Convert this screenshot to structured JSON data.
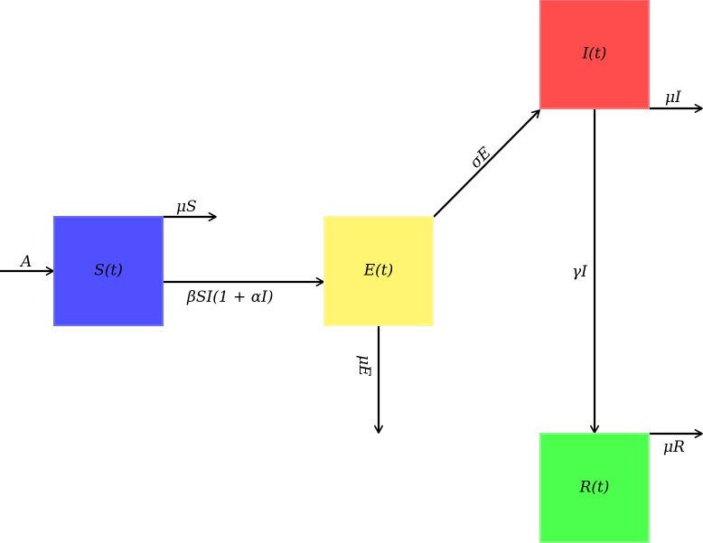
{
  "nodes": {
    "S": {
      "label": "S(t)",
      "color": "#5050ff"
    },
    "E": {
      "label": "E(t)",
      "color": "#fff570"
    },
    "I": {
      "label": "I(t)",
      "color": "#ff4d4d"
    },
    "R": {
      "label": "R(t)",
      "color": "#4dff4d"
    }
  },
  "edges": {
    "inflow_S": "A",
    "death_S": "μS",
    "infection_S_E": "βSI(1 + αI)",
    "progression_E_I": "σE",
    "death_E": "μE",
    "death_I": "μI",
    "recovery_I_R": "γI",
    "death_R": "μR"
  },
  "colors": {
    "arrow": "#000000",
    "susceptible_border": "#6b6bff",
    "exposed_border": "#fff7a0",
    "infected_border": "#ff7070",
    "recovered_border": "#80ff80"
  }
}
